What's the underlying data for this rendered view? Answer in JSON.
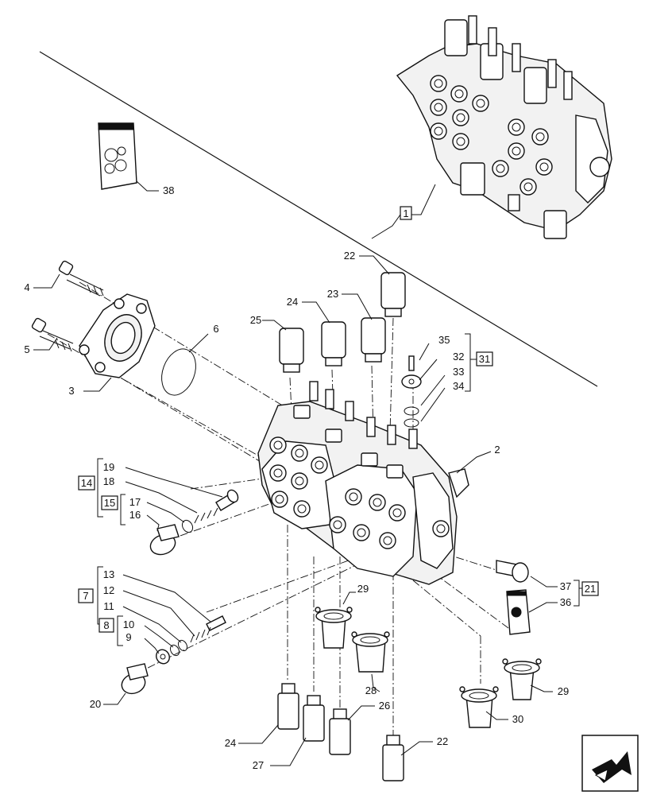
{
  "callouts": {
    "c1": "1",
    "c2": "2",
    "c3": "3",
    "c4": "4",
    "c5": "5",
    "c6": "6",
    "c7": "7",
    "c8": "8",
    "c9": "9",
    "c10": "10",
    "c11": "11",
    "c12": "12",
    "c13": "13",
    "c14": "14",
    "c15": "15",
    "c16": "16",
    "c17": "17",
    "c18": "18",
    "c19": "19",
    "c20": "20",
    "c21": "21",
    "c22a": "22",
    "c22b": "22",
    "c23": "23",
    "c24a": "24",
    "c24b": "24",
    "c25": "25",
    "c26": "26",
    "c27": "27",
    "c28": "28",
    "c29a": "29",
    "c29b": "29",
    "c30": "30",
    "c31": "31",
    "c32": "32",
    "c33": "33",
    "c34": "34",
    "c35": "35",
    "c36": "36",
    "c37": "37",
    "c38": "38"
  },
  "icons": {
    "nav": "next-page-arrow-icon",
    "kit": "seal-kit-bag-icon"
  }
}
